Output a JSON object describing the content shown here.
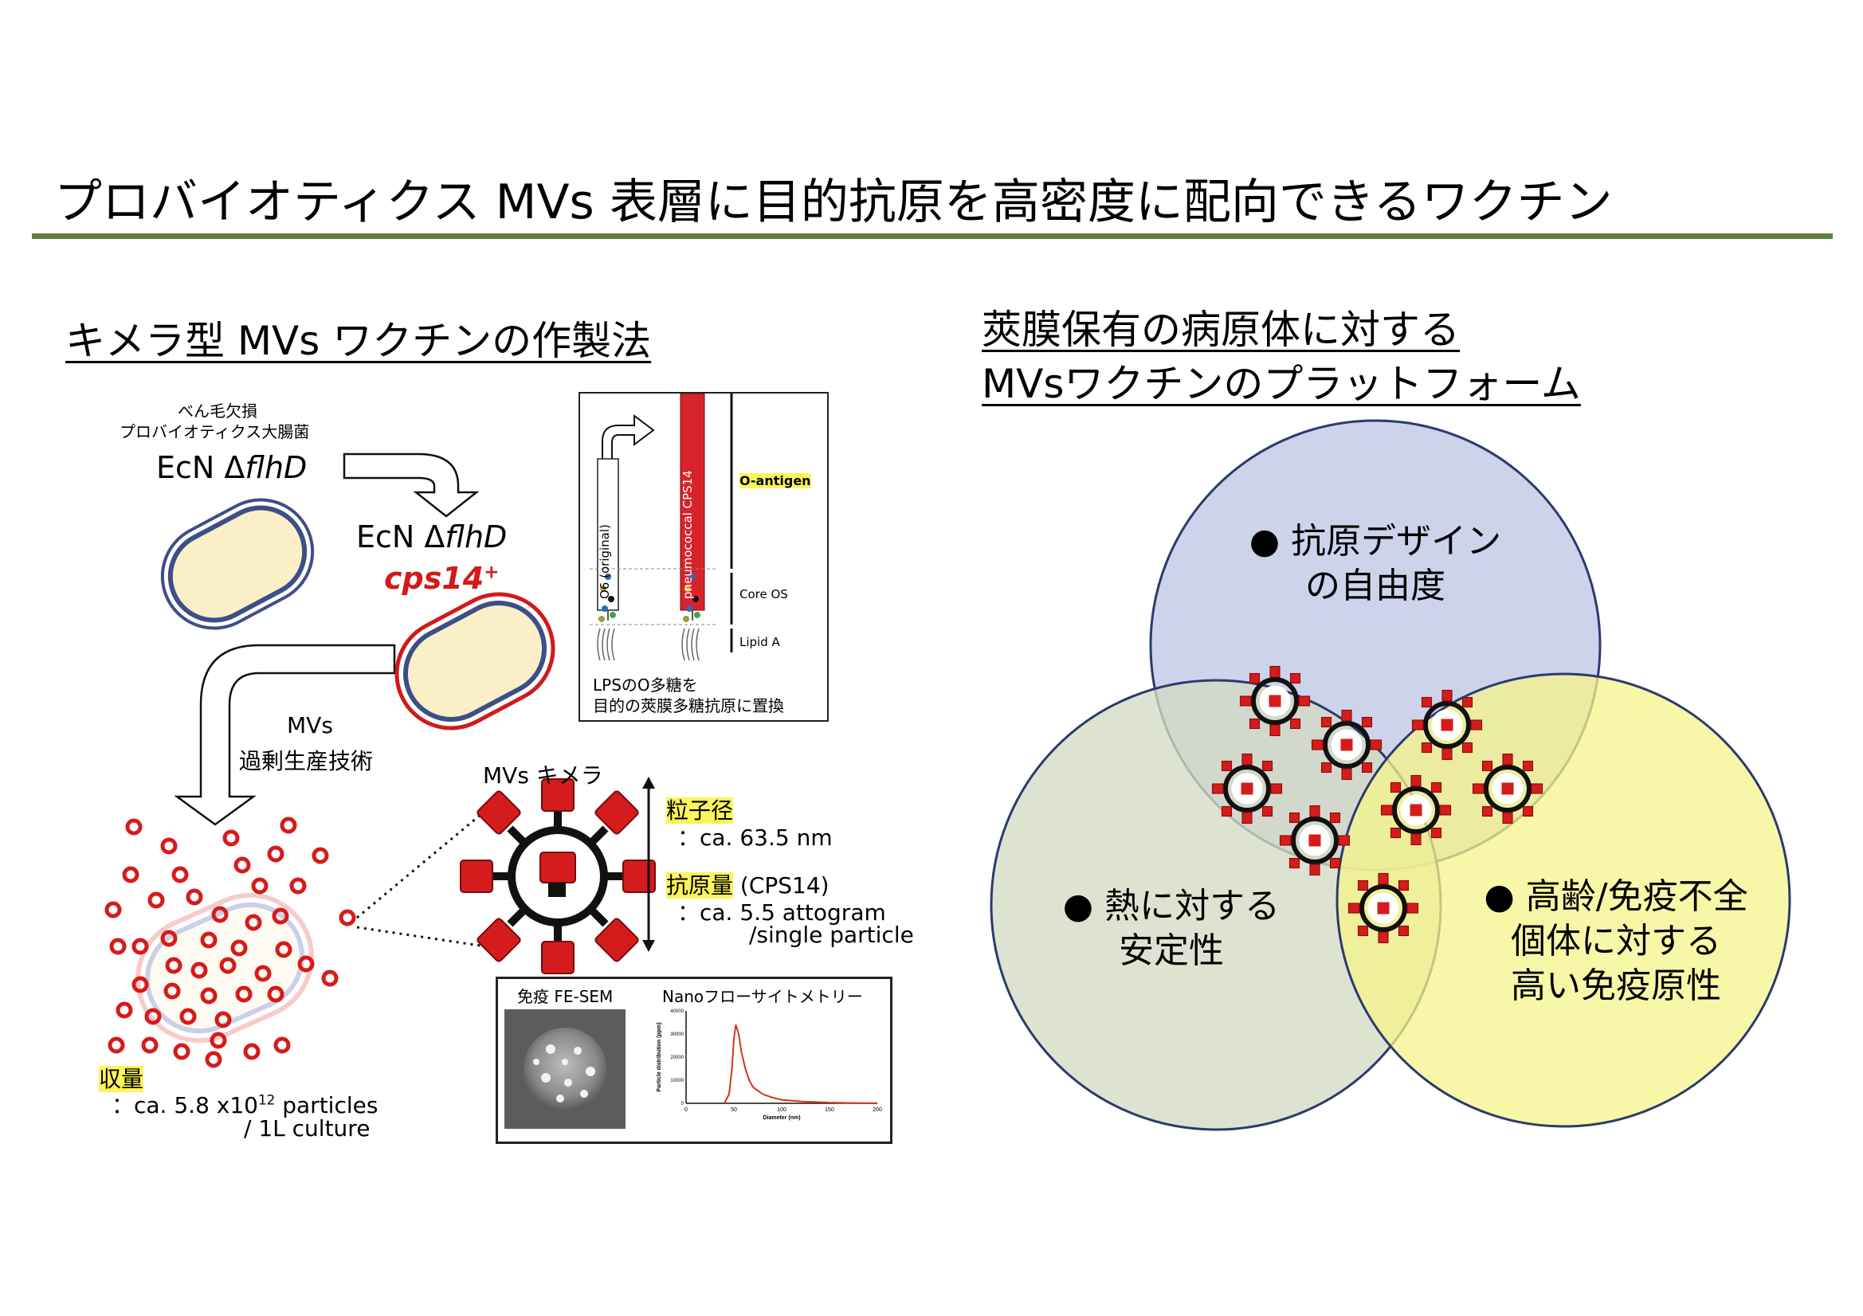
{
  "header": {
    "title": "プロバイオティクス MVs 表層に目的抗原を高密度に配向できるワクチン"
  },
  "left": {
    "heading": "キメラ型 MVs ワクチンの作製法",
    "strain1_note_line1": "べん毛欠損",
    "strain1_note_line2": "プロバイオティクス大腸菌",
    "strain1_name": "EcN Δ",
    "strain1_gene": "flhD",
    "strain2_name": "EcN Δ",
    "strain2_gene": "flhD",
    "strain2_insert": "cps14",
    "strain2_insert_sup": "+",
    "process_line1": "MVs",
    "process_line2": "過剰生産技術",
    "lps_box": {
      "label_original": "O6 (original)",
      "label_new": "pneumococcal CPS14",
      "o_antigen": "O-antigen",
      "core_os": "Core OS",
      "lipid_a": "Lipid A",
      "caption_line1": "LPSのO多糖を",
      "caption_line2": "目的の莢膜多糖抗原に置換"
    },
    "chimera": {
      "title": "MVs キメラ",
      "size_label": "粒子径",
      "size_value": "：ca. 63.5 nm",
      "antigen_label": "抗原量",
      "antigen_suffix": " (CPS14)",
      "antigen_value_line1": "：ca. 5.5 attogram",
      "antigen_value_line2": "/single particle"
    },
    "yield": {
      "label": "収量",
      "value_prefix": "：ca. 5.8 x10",
      "value_exp": "12",
      "value_suffix": " particles",
      "value_line2": "/ 1L culture"
    },
    "evidence": {
      "sem_title": "免疫 FE-SEM",
      "nano_title": "Nanoフローサイトメトリー",
      "chart_data": {
        "type": "line",
        "xlabel": "Diameter (nm)",
        "ylabel": "Particle distribution (ppm)",
        "xlim": [
          0,
          200
        ],
        "ylim": [
          0,
          40000
        ],
        "x_ticks": [
          "0",
          "50",
          "100",
          "150",
          "200"
        ],
        "y_ticks": [
          "0",
          "10000",
          "20000",
          "30000",
          "40000"
        ],
        "x": [
          40,
          45,
          48,
          50,
          52,
          55,
          58,
          62,
          66,
          70,
          80,
          90,
          100,
          120,
          150,
          180,
          200
        ],
        "y": [
          0,
          4000,
          15000,
          28000,
          34000,
          30000,
          22000,
          15000,
          10000,
          7000,
          4000,
          2500,
          1500,
          800,
          300,
          100,
          50
        ],
        "color": "#d6341a"
      }
    }
  },
  "right": {
    "heading_line1": "莢膜保有の病原体に対する",
    "heading_line2": "MVsワクチンのプラットフォーム",
    "venn": {
      "top_line1": "● 抗原デザイン",
      "top_line2": "の自由度",
      "left_line1": "● 熱に対する",
      "left_line2": "安定性",
      "right_line1": "● 高齢/免疫不全",
      "right_line2": "個体に対する",
      "right_line3": "高い免疫原性",
      "colors": {
        "top": "#c9d1ea",
        "left": "#d3dbc3",
        "right": "#f5f48a",
        "outline": "#2c3a6e"
      }
    }
  }
}
